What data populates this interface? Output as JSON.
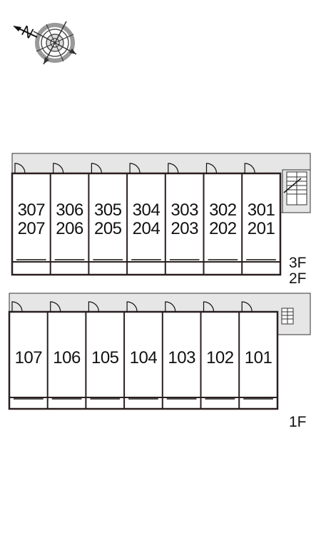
{
  "compass": {
    "north_label": "N",
    "icon": "compass-rose-icon"
  },
  "upper_block": {
    "units_top_row": [
      "307",
      "306",
      "305",
      "304",
      "303",
      "302",
      "301"
    ],
    "units_bottom_row": [
      "207",
      "206",
      "205",
      "204",
      "203",
      "202",
      "201"
    ],
    "floor_label_top": "3F",
    "floor_label_bottom": "2F"
  },
  "lower_block": {
    "units": [
      "107",
      "106",
      "105",
      "104",
      "103",
      "102",
      "101"
    ],
    "floor_label": "1F"
  },
  "colors": {
    "wall": "#2a1f1f",
    "corridor": "#e6e6e6",
    "line": "#111111"
  }
}
